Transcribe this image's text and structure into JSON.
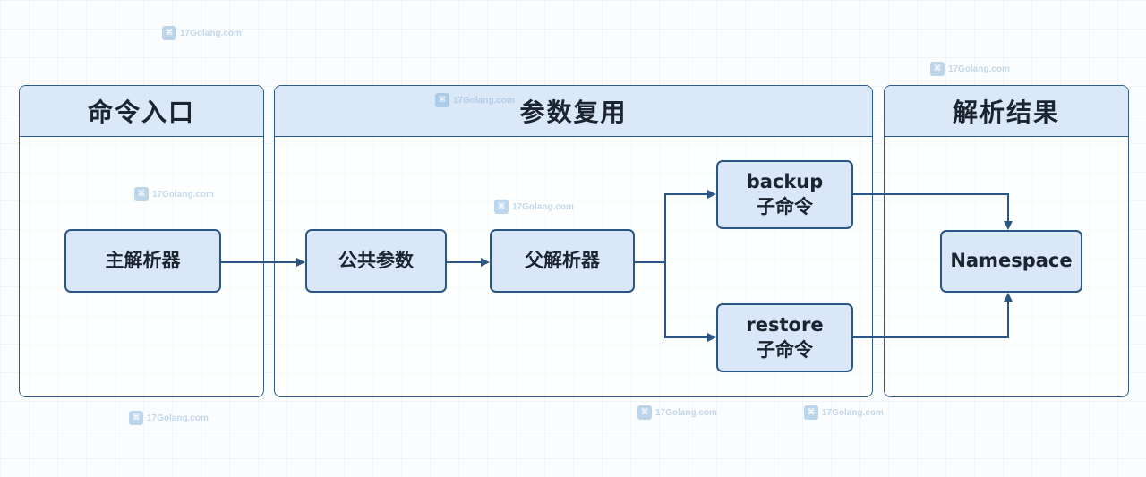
{
  "panels": {
    "entry": {
      "title": "命令入口"
    },
    "reuse": {
      "title": "参数复用"
    },
    "result": {
      "title": "解析结果"
    }
  },
  "nodes": {
    "main_parser": {
      "label": "主解析器"
    },
    "common_args": {
      "label": "公共参数"
    },
    "parent_parser": {
      "label": "父解析器"
    },
    "backup": {
      "line1": "backup",
      "line2": "子命令"
    },
    "restore": {
      "line1": "restore",
      "line2": "子命令"
    },
    "namespace": {
      "label": "Namespace"
    }
  },
  "watermark": {
    "text": "17Golang.com",
    "icon": "logo-icon"
  },
  "colors": {
    "border": "#2a5585",
    "node_fill": "#d9e7f8",
    "header_fill": "#dbe8f7",
    "text": "#1c2430"
  }
}
